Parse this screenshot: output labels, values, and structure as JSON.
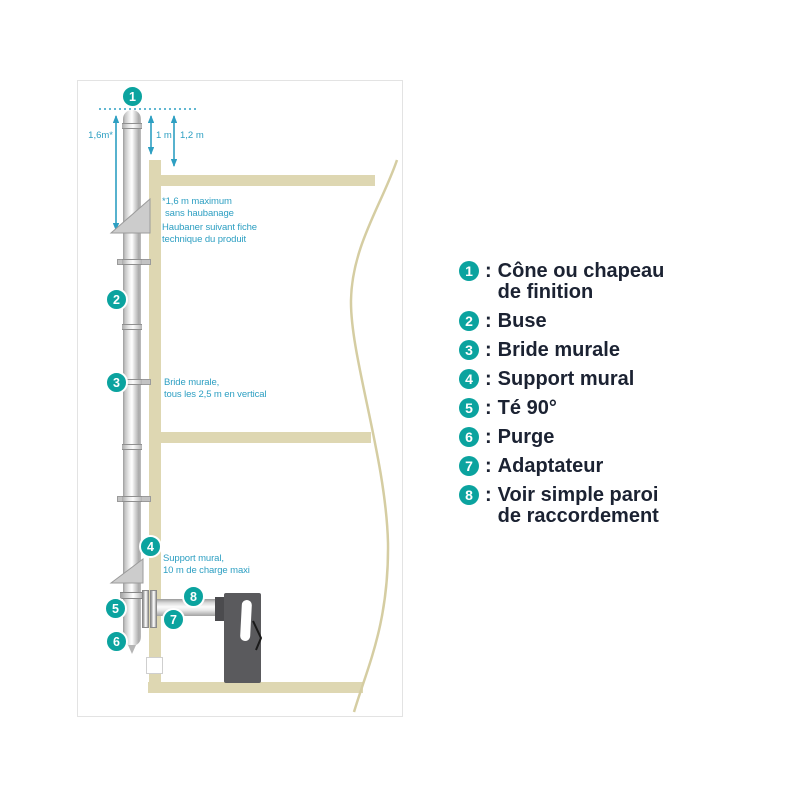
{
  "palette": {
    "teal": "#0ba39f",
    "blue": "#2d9fc2",
    "beige": "#ded7b2",
    "beige_line": "#d5cda2",
    "dark_text": "#1b2232",
    "stove_gray": "#5a5a5d"
  },
  "diagram": {
    "markers": [
      "1",
      "2",
      "3",
      "4",
      "5",
      "6",
      "7",
      "8"
    ],
    "dim_labels": {
      "left": "1,6m*",
      "mid": "1 m",
      "right": "1,2 m"
    },
    "notes": {
      "haubanage": [
        "*1,6 m maximum",
        "sans haubanage",
        "Haubaner suivant fiche",
        "technique du produit"
      ],
      "bride": [
        "Bride murale,",
        "tous les 2,5 m en vertical"
      ],
      "support": [
        "Support mural,",
        "10 m de charge maxi"
      ]
    }
  },
  "legend": {
    "sep": ":",
    "items": [
      {
        "num": "1",
        "label": "Cône ou chapeau de finition"
      },
      {
        "num": "2",
        "label": "Buse"
      },
      {
        "num": "3",
        "label": "Bride murale"
      },
      {
        "num": "4",
        "label": "Support mural"
      },
      {
        "num": "5",
        "label": "Té 90°"
      },
      {
        "num": "6",
        "label": "Purge"
      },
      {
        "num": "7",
        "label": "Adaptateur"
      },
      {
        "num": "8",
        "label": "Voir simple paroi de raccordement"
      }
    ]
  }
}
